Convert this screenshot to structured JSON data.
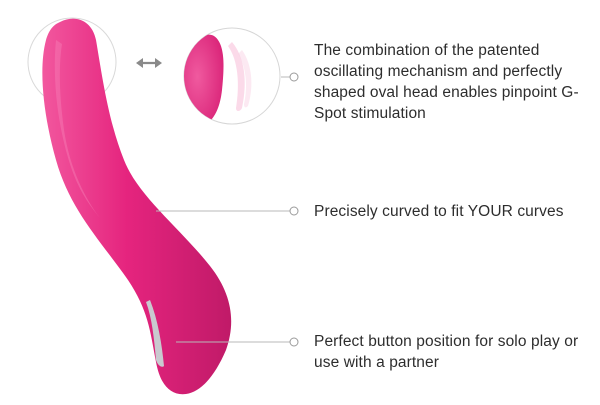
{
  "product": {
    "name": "curved oval-head vibrator",
    "body_color": "#e5247e",
    "body_highlight": "#f2579e",
    "body_shadow": "#c01a68",
    "trim_color": "#c9c9cf"
  },
  "detail_inset": {
    "motion_icon": "double-arrow-icon",
    "subject": "oscillating oval head close-up"
  },
  "callouts": [
    {
      "text": "The combination of the patented oscillating mechanism and perfectly shaped oval head enables pinpoint G-Spot stimulation"
    },
    {
      "text": "Precisely curved to fit YOUR curves"
    },
    {
      "text": "Perfect button position for solo play or use with a partner"
    }
  ],
  "colors": {
    "leader_line": "#b9b9b9",
    "text": "#2d2d2d",
    "arrow": "#8a8a8a"
  }
}
